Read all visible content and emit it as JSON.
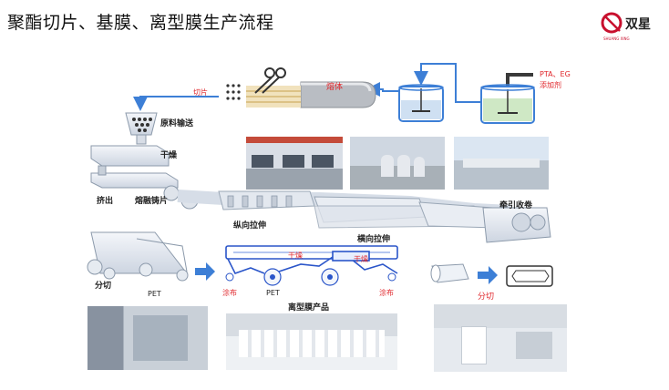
{
  "title": "聚酯切片、基膜、离型膜生产流程",
  "logo": {
    "brand_text": "双星",
    "sub_text": "SHUANG XING"
  },
  "diagram": {
    "pta_label": "PTA、EG",
    "additive_label": "添加剂",
    "melt_label": "熔体",
    "chips_label": "切片",
    "raw_feed_label": "原料输送",
    "drying_label": "干燥",
    "extrusion_label": "挤出",
    "casting_label": "熔融铸片",
    "md_stretch_label": "纵向拉伸",
    "td_stretch_label": "横向拉伸",
    "winding_label": "牵引收卷",
    "slitting_label": "分切",
    "pet_label": "PET",
    "coating_label": "涂布",
    "dry_label_2": "干燥",
    "release_product_label": "离型膜产品",
    "slitting_label_2": "分切"
  },
  "colors": {
    "arrow_blue": "#3d7fd6",
    "accent_red": "#e0262b",
    "film_blue": "#2a55c9"
  }
}
